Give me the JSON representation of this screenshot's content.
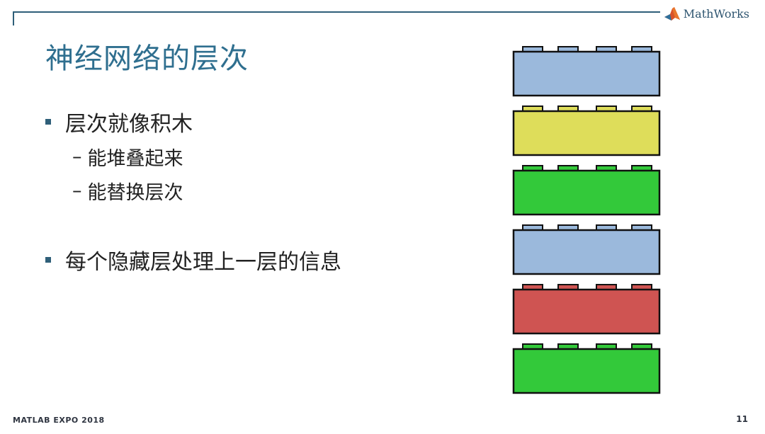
{
  "header": {
    "brand": "MathWorks",
    "brand_icon": "mathworks-membrane-logo"
  },
  "slide": {
    "title": "神经网络的层次",
    "bullets": [
      {
        "text": "层次就像积木",
        "subs": [
          "能堆叠起来",
          "能替换层次"
        ]
      },
      {
        "text": "每个隐藏层处理上一层的信息"
      }
    ],
    "sub_dash": "–"
  },
  "bricks": [
    {
      "color": "#9bb9dc",
      "stud": "#9bb9dc"
    },
    {
      "color": "#dedd5a",
      "stud": "#dedd5a"
    },
    {
      "color": "#33c93a",
      "stud": "#33c93a"
    },
    {
      "color": "#9bb9dc",
      "stud": "#9bb9dc"
    },
    {
      "color": "#cf5452",
      "stud": "#cf5452"
    },
    {
      "color": "#33c93a",
      "stud": "#33c93a"
    }
  ],
  "footer": {
    "event": "MATLAB EXPO 2018",
    "page": "11"
  },
  "colors": {
    "accent": "#2f5f79",
    "title": "#2f6f8f"
  }
}
